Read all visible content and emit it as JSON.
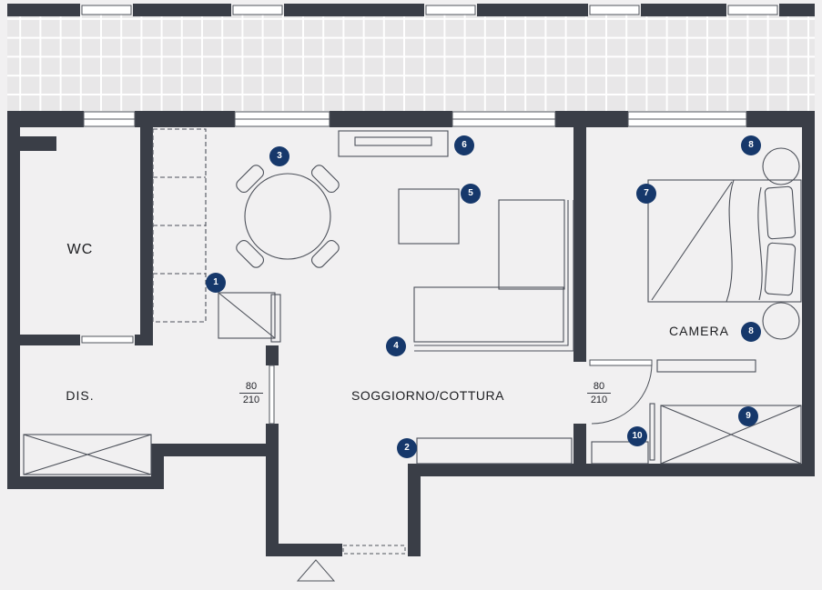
{
  "rooms": {
    "wc": "WC",
    "dis": "DIS.",
    "soggiorno": "SOGGIORNO/COTTURA",
    "camera": "CAMERA"
  },
  "doors": {
    "door1": {
      "width": "80",
      "height": "210"
    },
    "door2": {
      "width": "80",
      "height": "210"
    }
  },
  "markers": {
    "m1": "1",
    "m2": "2",
    "m3": "3",
    "m4": "4",
    "m5": "5",
    "m6": "6",
    "m7": "7",
    "m8a": "8",
    "m8b": "8",
    "m9": "9",
    "m10": "10"
  },
  "colors": {
    "wall": "#3a3e47",
    "line": "#4d515a",
    "marker_background": "#16386b",
    "marker_text": "#ffffff",
    "background": "#f1f0f1",
    "tile_fill": "#e8e7e8",
    "tile_grout": "#ffffff"
  }
}
